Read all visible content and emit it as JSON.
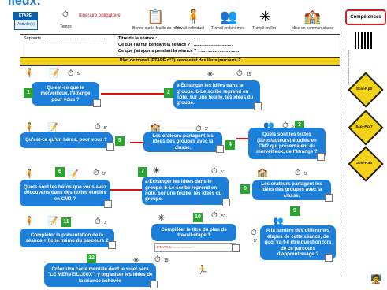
{
  "header": {
    "title": "lieux:",
    "etape": "ETAPE",
    "activite": "Activité(s)",
    "temps": "Temps",
    "itineraire": "Itinéraire obligatoire",
    "icons": [
      {
        "label": "Bonne sur la feuille de route",
        "icon": "sheet-icon"
      },
      {
        "label": "Travail individuel",
        "icon": "person-icon"
      },
      {
        "label": "Travail en binômes",
        "icon": "pair-icon"
      },
      {
        "label": "Travail en îlot",
        "icon": "group-icon"
      },
      {
        "label": "Mise en commun classe",
        "icon": "class-icon"
      }
    ]
  },
  "sheet": {
    "supports": "Supports : ..................................................",
    "titre": "Titre de la séance : .........................................",
    "fait": "Ce que j'ai fait pendant la séance ? : ................................",
    "appris": "Ce que j'ai appris pendant la séance ? : ................................",
    "banner": "Plan de travail (ETAPE n°1) séance#at des lieux parcours 2"
  },
  "steps": [
    {
      "n": "1",
      "text": "Qu'est-ce que le merveilleux, l'étrange pour vous ?",
      "time": "5'"
    },
    {
      "n": "2",
      "text": "a-Échanger les idées dans le groupe. b-Le scribe reprend en note, sur une feuille, les idées du groupe.",
      "time": "15'"
    },
    {
      "n": "3",
      "text": "Quels sont les textes (titres/auteurs) étudiés en CM2 qui présentaient du merveilleux, de l'étrange ?",
      "time": "5'"
    },
    {
      "n": "4",
      "text": "Les orateurs partagent les idées des groupes avec la classe.",
      "time": "5'"
    },
    {
      "n": "5",
      "text": "Qu'est-ce qu'un héros, pour vous ?",
      "time": "5'"
    },
    {
      "n": "6",
      "text": "Quels sont les héros que vous avez découverts dans des textes étudiés en CM2 ?",
      "time": "5'"
    },
    {
      "n": "7",
      "text": "a-Échanger les idées dans le groupe. b-Le scribe reprend en note, sur une feuille, les idées du groupe.",
      "time": "5'"
    },
    {
      "n": "8",
      "text": "Les orateurs partagent les idées des groupes avec la classe.",
      "time": "5'"
    },
    {
      "n": "9",
      "text": "A la lumière des différentes étapes de cette séance, de quoi va-t-il être question lors de ce parcours d'apprentissage ?",
      "time": "5'"
    },
    {
      "n": "10",
      "text": "Compléter le titre du plan de travail-étape 1",
      "time": "5'"
    },
    {
      "n": "11",
      "text": "Compléter la présentation de la séance + fiche mémo du parcours 2",
      "time": "3'"
    },
    {
      "n": "12",
      "text": "Créer une carte mentale dont le sujet sera \"LE MERVEILLEUX\", y organiser les idées de la séance achevée",
      "time": "15'"
    }
  ],
  "step10_sub": "ETAPE 1: ...................",
  "side": {
    "competences": "Compétences",
    "vertical": "https://www.lesresources...",
    "diamonds": [
      "Scol-P.p3",
      "Scol-P.p 7",
      "Scol-P.4b"
    ]
  },
  "colors": {
    "box": "#1e7fd8",
    "num": "#2aa530",
    "banner": "#f4d01c",
    "arrow": "#d11111"
  }
}
